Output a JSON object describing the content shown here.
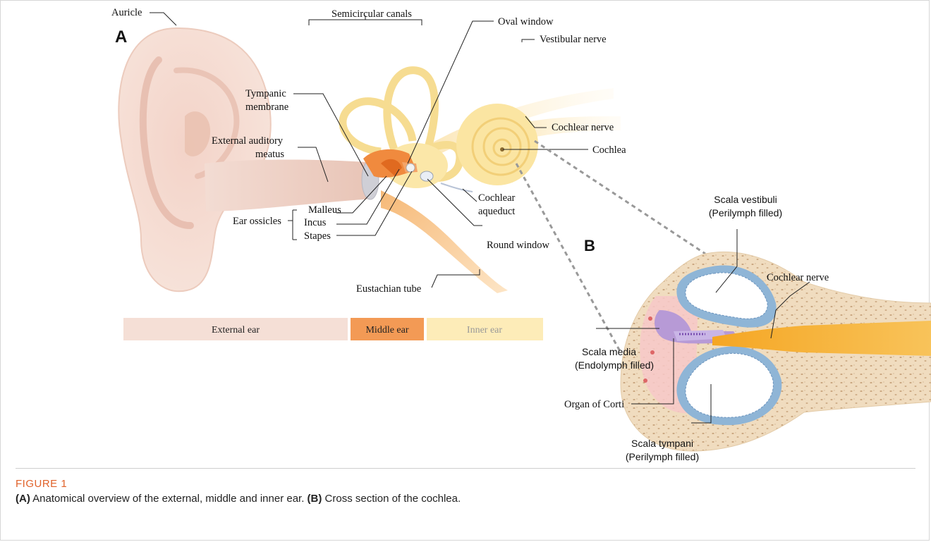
{
  "panel_a": {
    "letter": "A",
    "labels": {
      "auricle": "Auricle",
      "semicircular_canals": "Semicircular canals",
      "oval_window": "Oval window",
      "vestibular_nerve": "Vestibular nerve",
      "tympanic_membrane_1": "Tympanic",
      "tympanic_membrane_2": "membrane",
      "cochlear_nerve": "Cochlear nerve",
      "external_meatus_1": "External auditory",
      "external_meatus_2": "meatus",
      "cochlea": "Cochlea",
      "ear_ossicles": "Ear ossicles",
      "malleus": "Malleus",
      "incus": "Incus",
      "stapes": "Stapes",
      "cochlear_aqueduct_1": "Cochlear",
      "cochlear_aqueduct_2": "aqueduct",
      "round_window": "Round window",
      "eustachian_tube": "Eustachian tube"
    },
    "regions": {
      "external": "External ear",
      "middle": "Middle ear",
      "inner": "Inner ear"
    }
  },
  "panel_b": {
    "letter": "B",
    "labels": {
      "scala_vestibuli_1": "Scala vestibuli",
      "scala_vestibuli_2": "(Perilymph filled)",
      "cochlear_nerve": "Cochlear nerve",
      "scala_media_1": "Scala media",
      "scala_media_2": "(Endolymph filled)",
      "organ_of_corti": "Organ of Corti",
      "scala_tympani_1": "Scala tympani",
      "scala_tympani_2": "(Perilymph filled)"
    }
  },
  "caption": {
    "figure_label": "FIGURE 1",
    "a_tag": "(A)",
    "a_text": " Anatomical overview of the external, middle and inner ear. ",
    "b_tag": "(B)",
    "b_text": " Cross section of the cochlea."
  },
  "colors": {
    "external": "#f5dcd2",
    "middle": "#f39a55",
    "inner": "#fdebb6",
    "bone": "#efd9b8",
    "scala": "#8fb5d6"
  }
}
